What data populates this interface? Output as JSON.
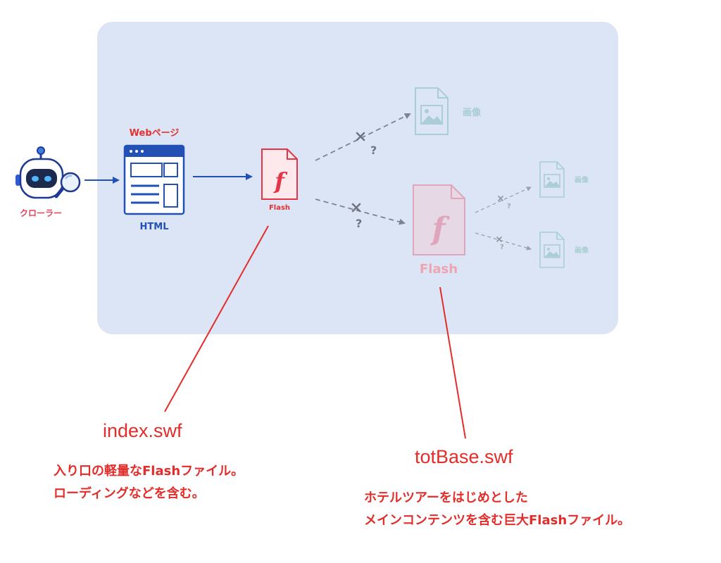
{
  "diagram": {
    "crawler_label": "クローラー",
    "webpage_label": "Webページ",
    "html_label": "HTML",
    "flash_entry_label": "Flash",
    "flash_big_label": "Flash",
    "image_label": "画像",
    "image_small_label_1": "画像",
    "image_small_label_2": "画像",
    "unknown_mark": "?"
  },
  "annotations": {
    "left": {
      "filename": "index.swf",
      "lines": [
        "入り口の軽量なFlashファイル。",
        "ローディングなどを含む。"
      ]
    },
    "right": {
      "filename": "totBase.swf",
      "lines": [
        "ホテルツアーをはじめとした",
        "メインコンテンツを含む巨大Flashファイル。"
      ]
    }
  },
  "colors": {
    "accent_red": "#e32d2a",
    "html_blue": "#2350b4",
    "panel": "#dbe5f6",
    "faded_teal": "#a7cdd0"
  }
}
